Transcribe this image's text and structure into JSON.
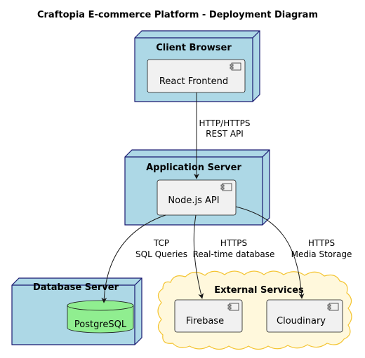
{
  "title": "Craftopia E-commerce Platform - Deployment Diagram",
  "nodes": {
    "client_browser": {
      "title": "Client Browser",
      "component": "React Frontend"
    },
    "application_server": {
      "title": "Application Server",
      "component": "Node.js API"
    },
    "database_server": {
      "title": "Database Server",
      "component": "PostgreSQL"
    },
    "external_services": {
      "title": "External Services",
      "components": [
        "Firebase",
        "Cloudinary"
      ]
    }
  },
  "edges": {
    "frontend_to_api": {
      "line1": "HTTP/HTTPS",
      "line2": "REST API"
    },
    "api_to_db": {
      "line1": "TCP",
      "line2": "SQL Queries"
    },
    "api_to_firebase": {
      "line1": "HTTPS",
      "line2": "Real-time database"
    },
    "api_to_cloudinary": {
      "line1": "HTTPS",
      "line2": "Media Storage"
    }
  },
  "colors": {
    "node_fill": "#add8e6",
    "node_border": "#191970",
    "component_fill": "#f1f1f1",
    "database_fill": "#90ee90",
    "cloud_fill": "#fff8dc",
    "cloud_border": "#f4c430",
    "edge": "#181818"
  }
}
